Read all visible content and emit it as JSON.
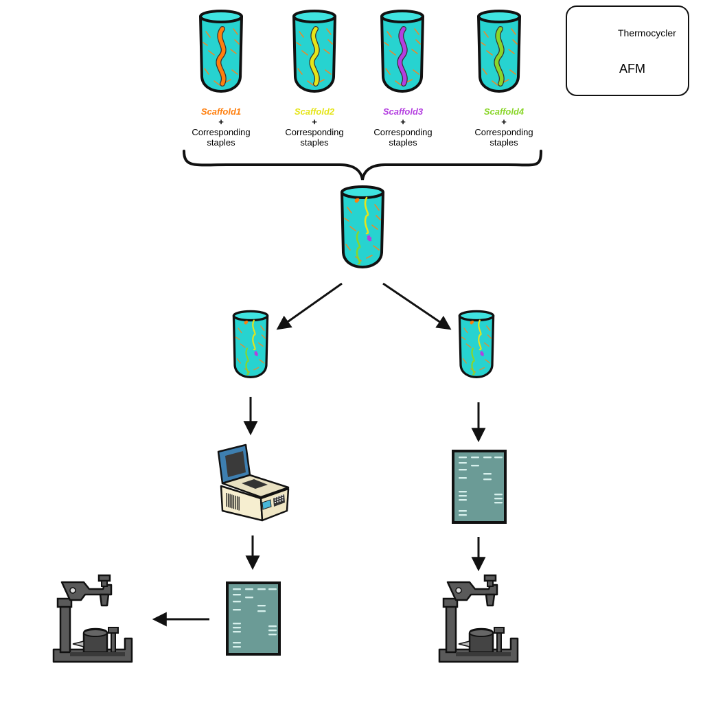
{
  "colors": {
    "tube_fill": "#27d3d0",
    "outline": "#111111",
    "staple": "#e88a2a",
    "gel": "#6b9b96",
    "instrument_gray": "#5a5a5a",
    "thermo_body": "#f6eed0",
    "thermo_lid": "#3e7fb0"
  },
  "scaffolds": [
    {
      "name": "Scaffold1",
      "color": "#ff7f0e"
    },
    {
      "name": "Scaffold2",
      "color": "#e5e51a"
    },
    {
      "name": "Scaffold3",
      "color": "#b43fe0"
    },
    {
      "name": "Scaffold4",
      "color": "#8ad62a"
    }
  ],
  "labels": {
    "plus": "+",
    "staples_line1": "Corresponding",
    "staples_line2": "staples"
  },
  "legend": {
    "thermocycler": "Thermocycler",
    "afm": "AFM"
  }
}
